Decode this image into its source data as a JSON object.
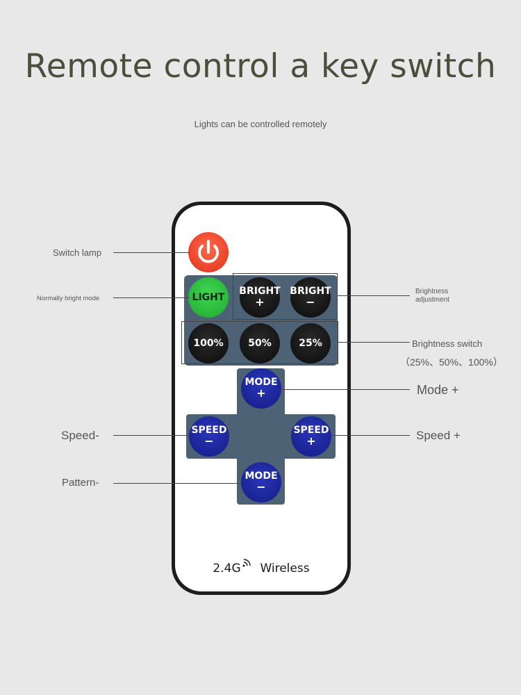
{
  "title": "Remote control a key switch",
  "subtitle": "Lights can be controlled remotely",
  "remote": {
    "buttons": {
      "light": "LIGHT",
      "bright_plus": "BRIGHT",
      "bright_minus": "BRIGHT",
      "pct_100": "100%",
      "pct_50": "50%",
      "pct_25": "25%",
      "mode_plus": "MODE",
      "mode_minus": "MODE",
      "speed_minus": "SPEED",
      "speed_plus": "SPEED",
      "plus": "+",
      "minus": "−"
    },
    "wireless": "2.4G",
    "wireless_text": "Wireless"
  },
  "labels": {
    "switch_lamp": "Switch lamp",
    "normally_bright": "Normally bright mode",
    "brightness_adjustment_1": "Brightness",
    "brightness_adjustment_2": "adjustment",
    "brightness_switch": "Brightness switch",
    "brightness_switch_values": "（25%、50%、100%）",
    "mode_plus": "Mode +",
    "speed_minus": "Speed-",
    "speed_plus": "Speed +",
    "pattern_minus": "Pattern-"
  },
  "colors": {
    "background": "#e8e8e8",
    "power_button": "#e83a20",
    "light_button": "#2fc040",
    "blue_button": "#1c2699",
    "pad": "#4e6275"
  }
}
